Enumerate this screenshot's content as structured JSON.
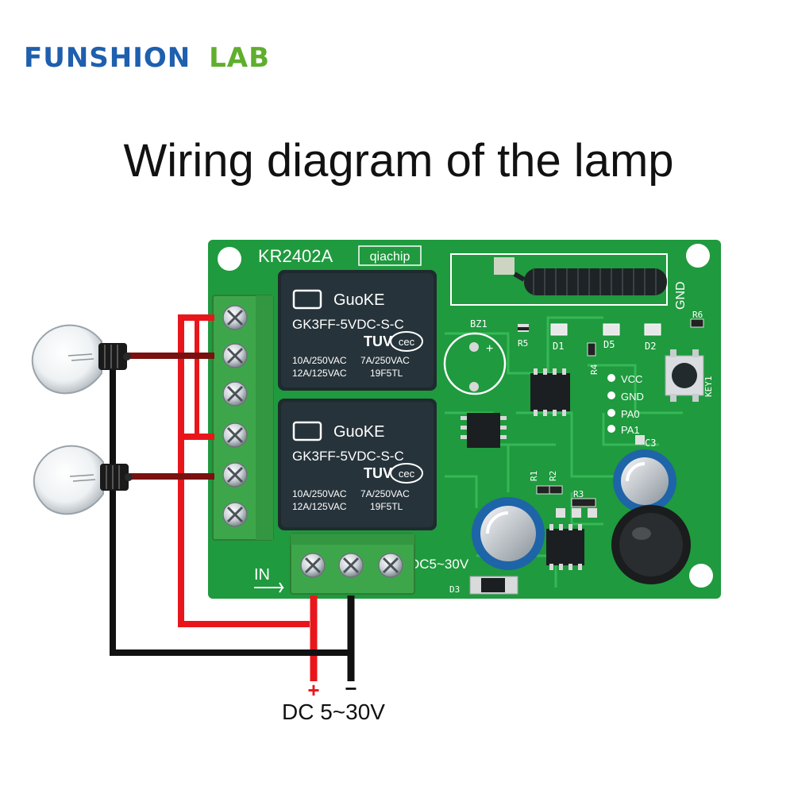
{
  "brand": {
    "name_part1": "FUNSHION",
    "name_part2": "LAB",
    "color_part1": "#1e5fae",
    "color_part2": "#5fae2e"
  },
  "title": "Wiring diagram of the lamp",
  "board": {
    "model": "KR2402A",
    "maker": "qiachip",
    "input_label": "IN",
    "voltage_label": "DC5~30V",
    "pin_labels": [
      "VCC",
      "GND",
      "PA0",
      "PA1"
    ],
    "antenna_label": "GND",
    "component_labels": [
      "BZ1",
      "R5",
      "D1",
      "D5",
      "D2",
      "R6",
      "R4",
      "C3",
      "R1",
      "R2",
      "R3",
      "D3",
      "KEY1"
    ],
    "relays": [
      {
        "brand": "GuoKE",
        "model": "GK3FF-5VDC-S-C",
        "cert": "TUV",
        "cert_badge": "cec",
        "rating_1a": "10A/250VAC",
        "rating_1b": "7A/250VAC",
        "rating_2a": "12A/125VAC",
        "rating_2b": "19F5TL"
      },
      {
        "brand": "GuoKE",
        "model": "GK3FF-5VDC-S-C",
        "cert": "TUV",
        "cert_badge": "cec",
        "rating_1a": "10A/250VAC",
        "rating_1b": "7A/250VAC",
        "rating_2a": "12A/125VAC",
        "rating_2b": "19F5TL"
      }
    ]
  },
  "supply": {
    "plus": "+",
    "minus": "−",
    "label": "DC 5~30V"
  },
  "colors": {
    "pcb": "#1f9a3e",
    "terminal": "#3ea64a",
    "relay": "#1f2a2e",
    "wire_positive": "#e8161b",
    "wire_negative": "#111111",
    "wire_load": "#7a1010"
  },
  "icons": [
    "lamp-bulb-icon",
    "screw-terminal-icon",
    "push-button-icon",
    "capacitor-icon",
    "inductor-icon",
    "antenna-coil-icon"
  ]
}
